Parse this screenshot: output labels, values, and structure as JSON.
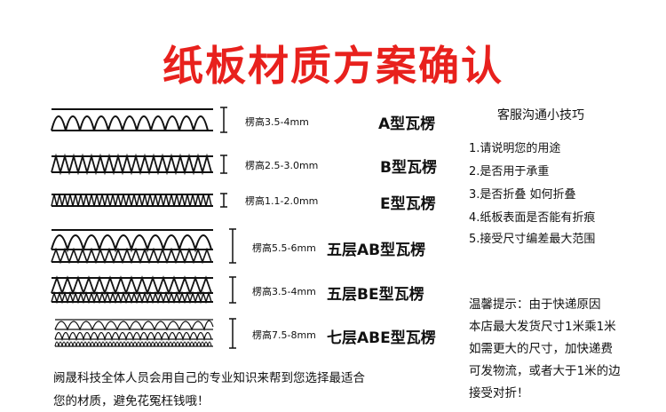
{
  "title": "纸板材质方案确认",
  "flutes": [
    {
      "spec": "楞高3.5-4mm",
      "type": "A型瓦楞"
    },
    {
      "spec": "楞高2.5-3.0mm",
      "type": "B型瓦楞"
    },
    {
      "spec": "楞高1.1-2.0mm",
      "type": "E型瓦楞"
    },
    {
      "spec": "楞高5.5-6mm",
      "type": "五层AB型瓦楞"
    },
    {
      "spec": "楞高3.5-4mm",
      "type": "五层BE型瓦楞"
    },
    {
      "spec": "楞高7.5-8mm",
      "type": "七层ABE型瓦楞"
    }
  ],
  "tips": {
    "title": "客服沟通小技巧",
    "items": [
      "1.请说明您的用途",
      "2.是否用于承重",
      "3.是否折叠 如何折叠",
      "4.纸板表面是否能有折痕",
      "5.接受尺寸编差最大范围"
    ]
  },
  "note": {
    "lines": [
      "温馨提示：由于快递原因",
      "本店最大发货尺寸1米乘1米",
      "如需更大的尺寸，加快递费",
      "可发物流，或者大于1米的边",
      "接受对折！"
    ]
  },
  "bottom": {
    "lines": [
      "阙晟科技全体人员会用自己的专业知识来帮到您选择最适合",
      "您的材质，避免花冤枉钱哦！"
    ]
  }
}
